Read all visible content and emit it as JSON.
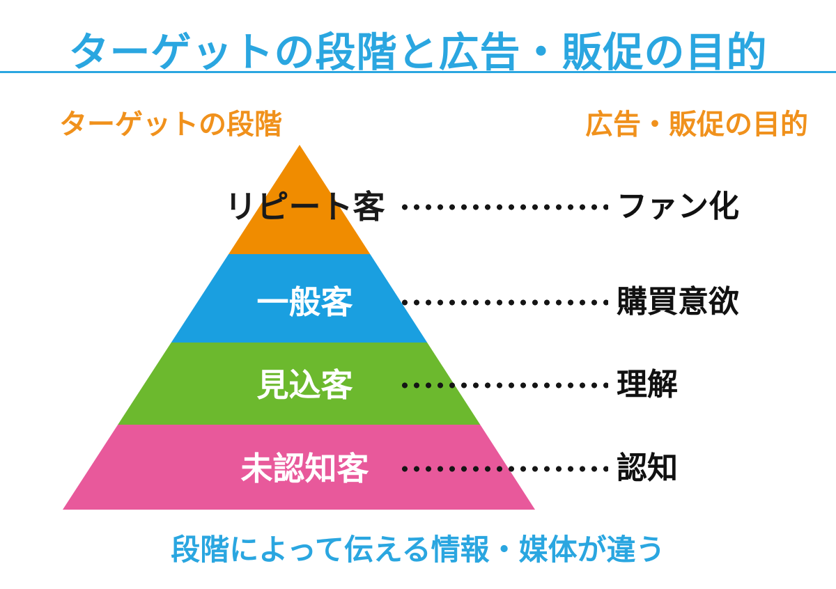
{
  "title": {
    "text": "ターゲットの段階と広告・販促の目的",
    "color": "#2AA6E0"
  },
  "column_headers": {
    "left": "ターゲットの段階",
    "right": "広告・販促の目的",
    "color": "#F0911C"
  },
  "pyramid": {
    "levels": [
      {
        "stage": "リピート客",
        "purpose": "ファン化",
        "color": "#F08C00",
        "stage_text_color": "#1a1a1a"
      },
      {
        "stage": "一般客",
        "purpose": "購買意欲",
        "color": "#1A9FE0",
        "stage_text_color": "#ffffff"
      },
      {
        "stage": "見込客",
        "purpose": "理解",
        "color": "#6CB92E",
        "stage_text_color": "#ffffff"
      },
      {
        "stage": "未認知客",
        "purpose": "認知",
        "color": "#E8599B",
        "stage_text_color": "#ffffff"
      }
    ]
  },
  "footer": {
    "text": "段階によって伝える情報・媒体が違う",
    "color": "#2AA6E0"
  }
}
